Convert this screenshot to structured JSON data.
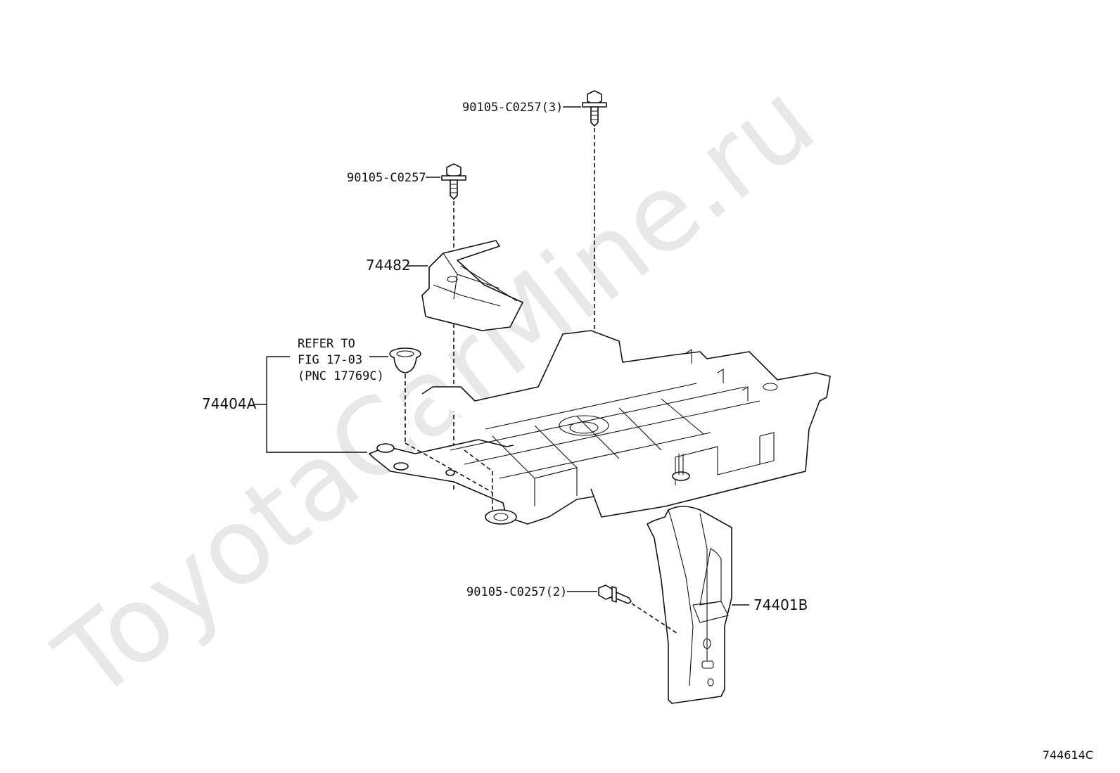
{
  "watermark": "ToyotaCarMine.ru",
  "callouts": {
    "bolt_top": "90105-C0257(3)",
    "bolt_mid": "90105-C0257",
    "bracket": "74482",
    "refer_line1": "REFER TO",
    "refer_line2": "FIG 17-03",
    "refer_line3": "(PNC 17769C)",
    "tray": "74404A",
    "bolt_lower": "90105-C0257(2)",
    "stay": "74401B"
  },
  "figure_code": "744614C"
}
